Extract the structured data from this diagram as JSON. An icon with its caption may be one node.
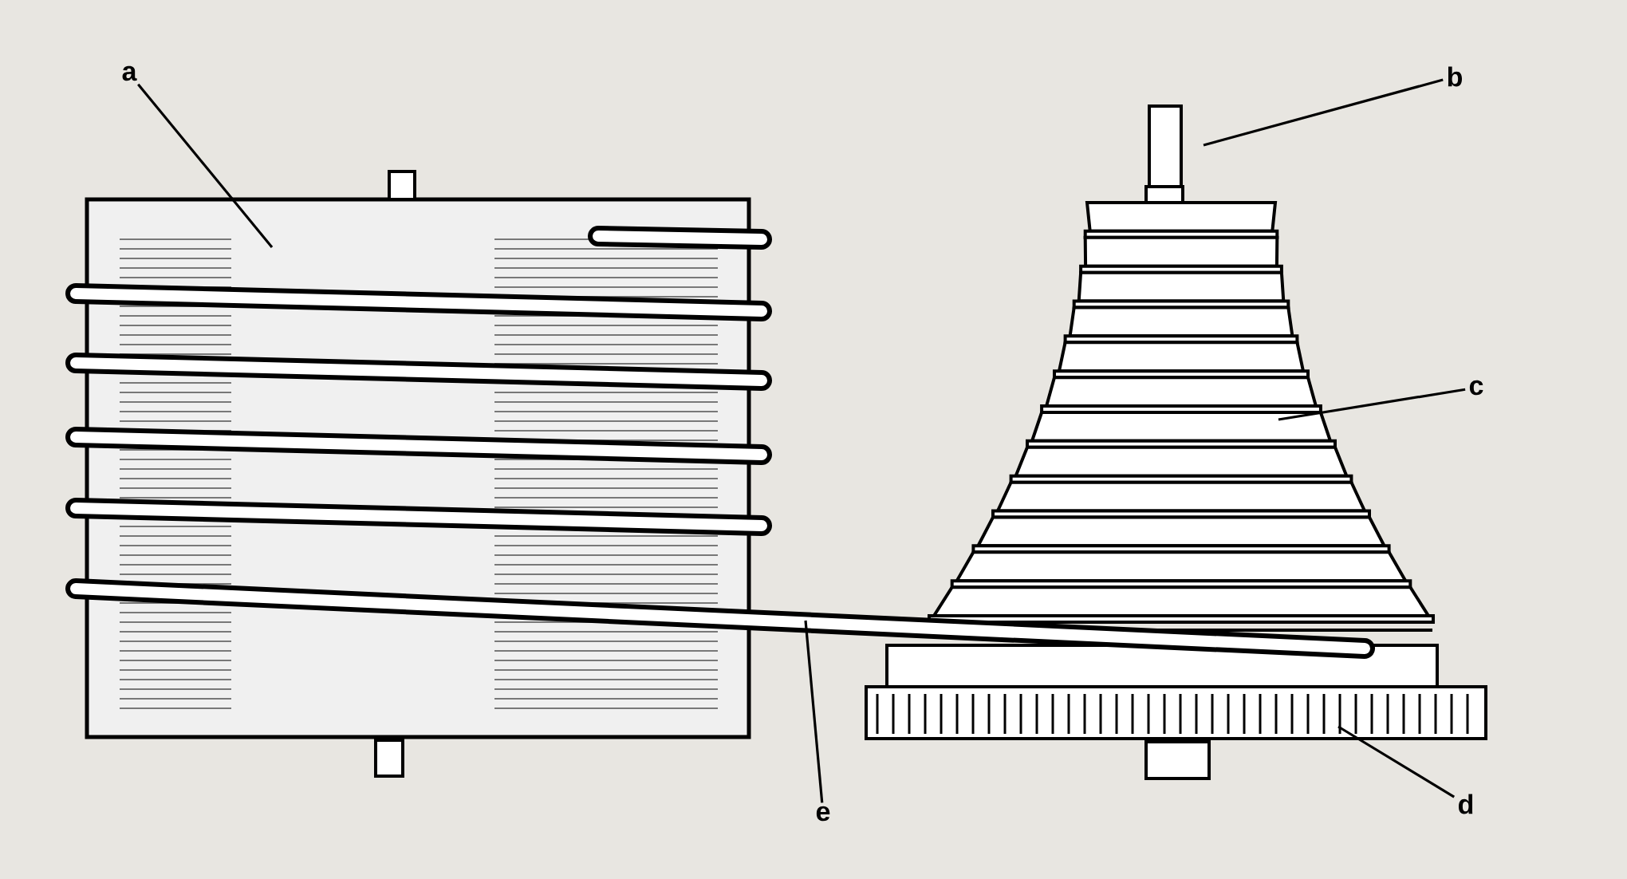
{
  "diagram": {
    "nodes": [
      {
        "text": [
          "a"
        ]
      },
      {
        "text": [
          "b"
        ]
      },
      {
        "text": [
          "c"
        ]
      },
      {
        "text": [
          "d"
        ]
      },
      {
        "text": [
          "e"
        ]
      }
    ],
    "edges": [
      {
        "from": 0,
        "to": null,
        "arrow": "none"
      },
      {
        "from": 1,
        "to": null,
        "arrow": "none"
      },
      {
        "from": 2,
        "to": null,
        "arrow": "none"
      },
      {
        "from": 3,
        "to": null,
        "arrow": "none"
      },
      {
        "from": 4,
        "to": null,
        "arrow": "none"
      }
    ]
  }
}
